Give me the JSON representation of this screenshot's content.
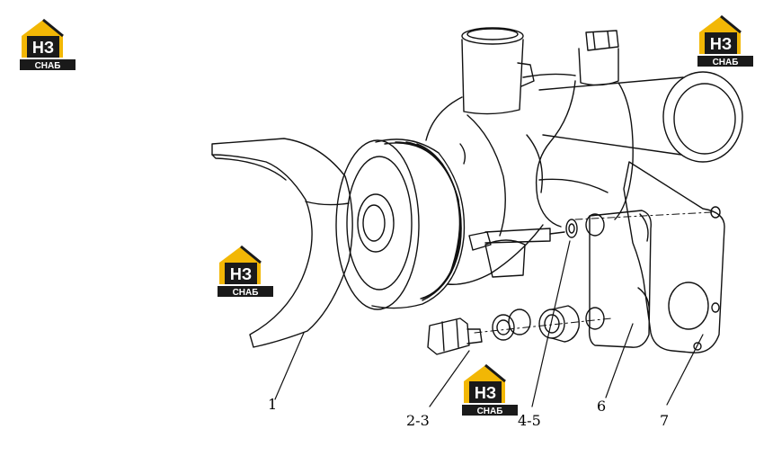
{
  "callouts": {
    "c1": "1",
    "c23": "2-3",
    "c45": "4-5",
    "c6": "6",
    "c7": "7"
  },
  "logo": {
    "top": "НЗ",
    "bottom": "СНАБ",
    "color_yellow": "#f2b705",
    "color_dark": "#1a1a1a"
  }
}
